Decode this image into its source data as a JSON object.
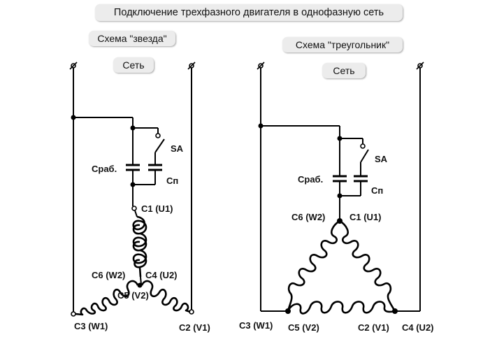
{
  "title": "Подключение трехфазного двигателя в однофазную сеть",
  "star": {
    "scheme_label": "Схема \"звезда\"",
    "net_label": "Сеть",
    "labels": {
      "sa": "SA",
      "c_work": "Сраб.",
      "c_start": "Сп",
      "c1": "C1 (U1)",
      "c6": "C6 (W2)",
      "c4": "C4 (U2)",
      "c5": "C5 (V2)",
      "c3": "C3 (W1)",
      "c2": "C2 (V1)"
    }
  },
  "triangle": {
    "scheme_label": "Схема \"треугольник\"",
    "net_label": "Сеть",
    "labels": {
      "sa": "SA",
      "c_work": "Сраб.",
      "c_start": "Сп",
      "c6": "C6 (W2)",
      "c1": "C1 (U1)",
      "c3": "C3 (W1)",
      "c5": "C5 (V2)",
      "c2": "C2 (V1)",
      "c4": "C4 (U2)"
    }
  }
}
